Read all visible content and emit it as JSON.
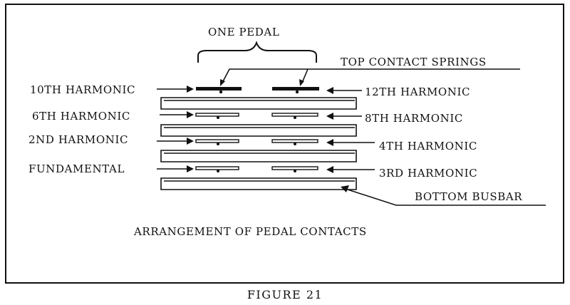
{
  "diagram": {
    "header_label": "ONE PEDAL",
    "top_springs_label": "TOP CONTACT SPRINGS",
    "bottom_busbar_label": "BOTTOM BUSBAR",
    "left_labels": [
      "10TH HARMONIC",
      "6TH HARMONIC",
      "2ND HARMONIC",
      "FUNDAMENTAL"
    ],
    "right_labels": [
      "12TH HARMONIC",
      "8TH HARMONIC",
      "4TH HARMONIC",
      "3RD HARMONIC"
    ],
    "title": "ARRANGEMENT OF PEDAL CONTACTS"
  },
  "caption": "FIGURE 21",
  "colors": {
    "ink": "#111111",
    "paper": "#ffffff"
  }
}
